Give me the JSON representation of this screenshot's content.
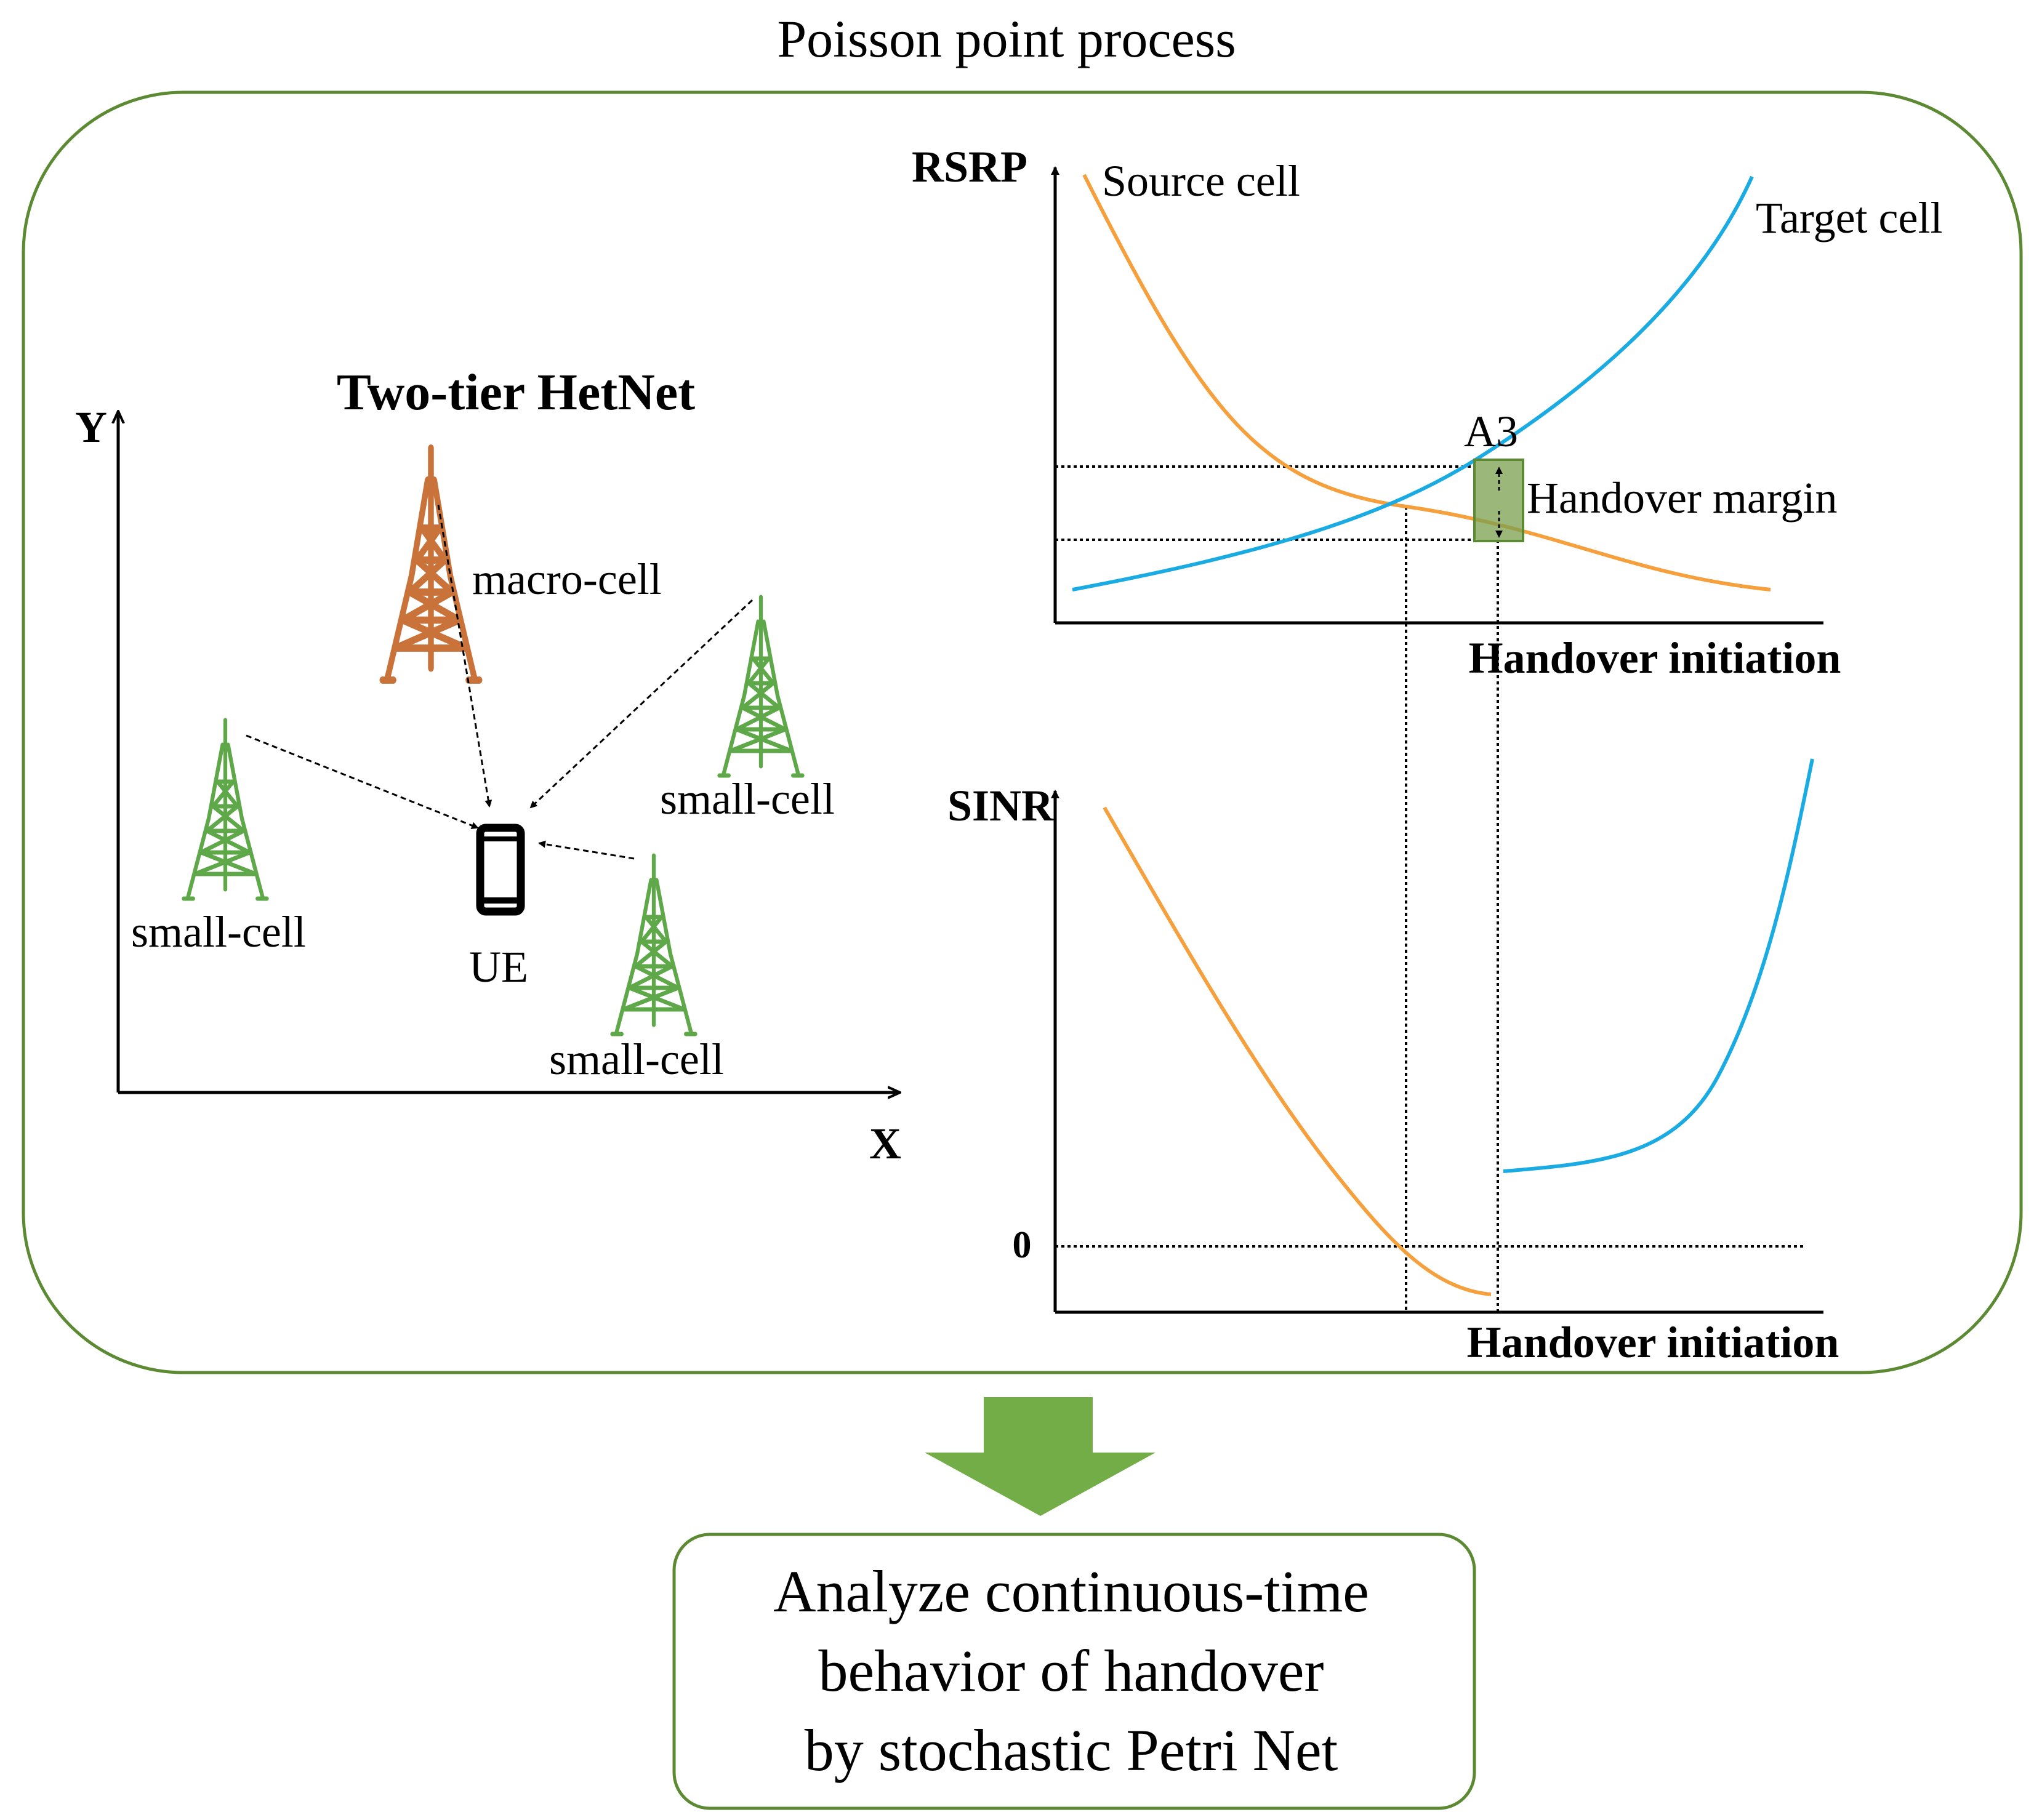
{
  "title": "Poisson point process",
  "hetnet": {
    "title": "Two-tier HetNet",
    "axis_y": "Y",
    "axis_x": "X",
    "macro_label": "macro-cell",
    "small_label_left": "small-cell",
    "small_label_right": "small-cell",
    "small_label_bottom": "small-cell",
    "ue_label": "UE"
  },
  "rsrp_plot": {
    "ylabel": "RSRP",
    "source_label": "Source cell",
    "target_label": "Target cell",
    "event_label": "A3",
    "margin_label": "Handover margin",
    "xlabel": "Handover initiation"
  },
  "sinr_plot": {
    "ylabel": "SINR",
    "zero_label": "0",
    "xlabel": "Handover initiation"
  },
  "conclusion": {
    "line1": "Analyze continuous-time",
    "line2": "behavior of handover",
    "line3": "by stochastic Petri Net"
  },
  "colors": {
    "frame": "#5b8a32",
    "source": "#f5a03c",
    "target": "#1aabe3",
    "macro_tower": "#c9733a",
    "small_tower": "#5fa84a",
    "arrow_fill": "#72ad47",
    "margin_box": "#7aa04e"
  }
}
